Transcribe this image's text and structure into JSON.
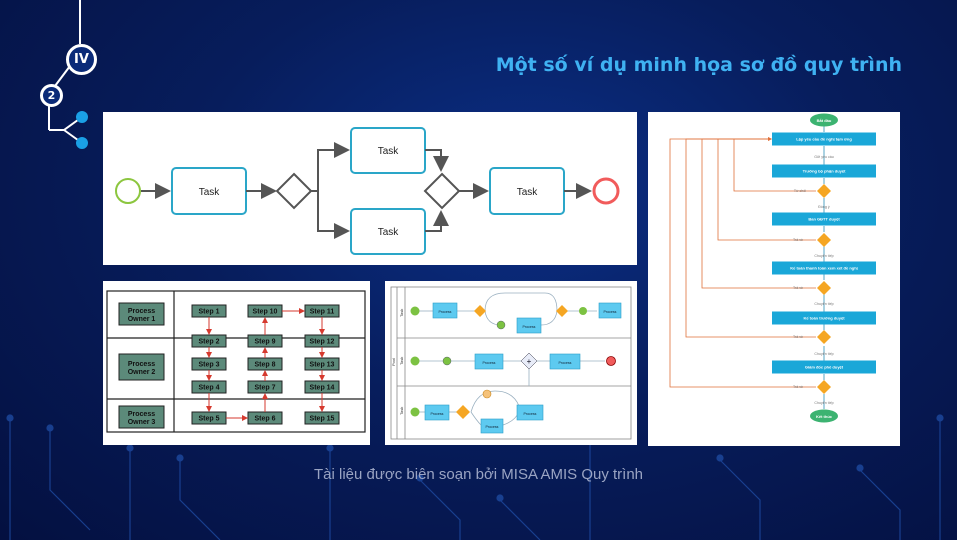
{
  "header": {
    "section_numeral": "IV",
    "subsection_number": "2",
    "title": "Một số ví dụ minh họa sơ đồ quy trình"
  },
  "footer": {
    "credit": "Tài liệu được biên soạn bởi MISA AMIS Quy trình"
  },
  "colors": {
    "accent": "#3fb2f2",
    "task_border": "#2aa6c8",
    "start": "#8cc63f",
    "end": "#f15b5b",
    "swimlane_box": "#5c8a7a",
    "arrow": "#d63a2f",
    "diamond": "#f5a623"
  },
  "diagram1": {
    "tasks": [
      "Task",
      "Task",
      "Task",
      "Task"
    ]
  },
  "diagram2": {
    "owners": [
      "Process Owner 1",
      "Process Owner 2",
      "Process Owner 3"
    ],
    "steps": [
      "Step 1",
      "Step 2",
      "Step 3",
      "Step 4",
      "Step 5",
      "Step 6",
      "Step 7",
      "Step 8",
      "Step 9",
      "Step 10",
      "Step 11",
      "Step 12",
      "Step 13",
      "Step 14",
      "Step 15"
    ]
  },
  "diagram3": {
    "pool_label": "Pool",
    "lane_labels": [
      "Task",
      "Task",
      "Task"
    ],
    "process_label": "Process"
  },
  "diagram4": {
    "start": "Bắt đầu",
    "end": "Kết thúc",
    "steps": [
      "Lập yêu cầu đề nghị tạm ứng",
      "Trưởng bộ phận duyệt",
      "Ban GĐTT duyệt",
      "Kế toán thanh toán xem xét đề nghị",
      "Kế toán trưởng duyệt",
      "Giám đốc phê duyệt"
    ],
    "labels": {
      "submit": "Gửi yêu cầu",
      "reject": "Từ chối",
      "agree": "Đồng ý",
      "return": "Trả về",
      "transfer": "Chuyển tiếp"
    }
  }
}
